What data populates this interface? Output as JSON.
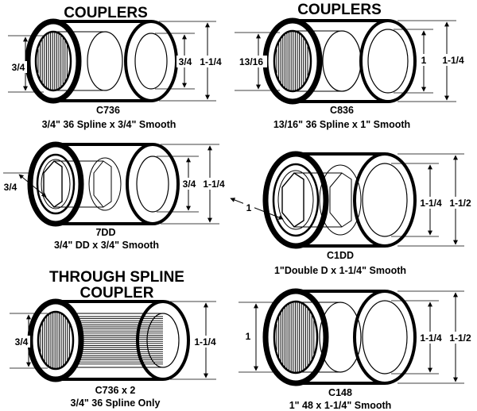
{
  "headings": {
    "left_top": "COUPLERS",
    "right_top": "COUPLERS",
    "through_line1": "THROUGH SPLINE",
    "through_line2": "COUPLER"
  },
  "couplers": {
    "c736": {
      "model": "C736",
      "description": "3/4\" 36 Spline  x 3/4\" Smooth",
      "dim_left": "3/4",
      "dim_inner": "3/4",
      "dim_outer": "1-1/4"
    },
    "c836": {
      "model": "C836",
      "description": "13/16\" 36 Spline x 1\" Smooth",
      "dim_left": "13/16",
      "dim_inner": "1",
      "dim_outer": "1-1/4"
    },
    "dd7": {
      "model": "7DD",
      "description": "3/4\" DD x 3/4\" Smooth",
      "dim_left": "3/4",
      "dim_inner": "3/4",
      "dim_outer": "1-1/4"
    },
    "c1dd": {
      "model": "C1DD",
      "description": "1\"Double D x 1-1/4\" Smooth",
      "dim_left": "1",
      "dim_inner": "1-1/4",
      "dim_outer": "1-1/2"
    },
    "c736x2": {
      "model": "C736 x 2",
      "description": "3/4\" 36 Spline Only",
      "dim_left": "3/4",
      "dim_outer": "1-1/4"
    },
    "c148": {
      "model": "C148",
      "description": "1\" 48 x 1-1/4\" Smooth",
      "dim_left": "1",
      "dim_inner": "1-1/4",
      "dim_outer": "1-1/2"
    }
  }
}
